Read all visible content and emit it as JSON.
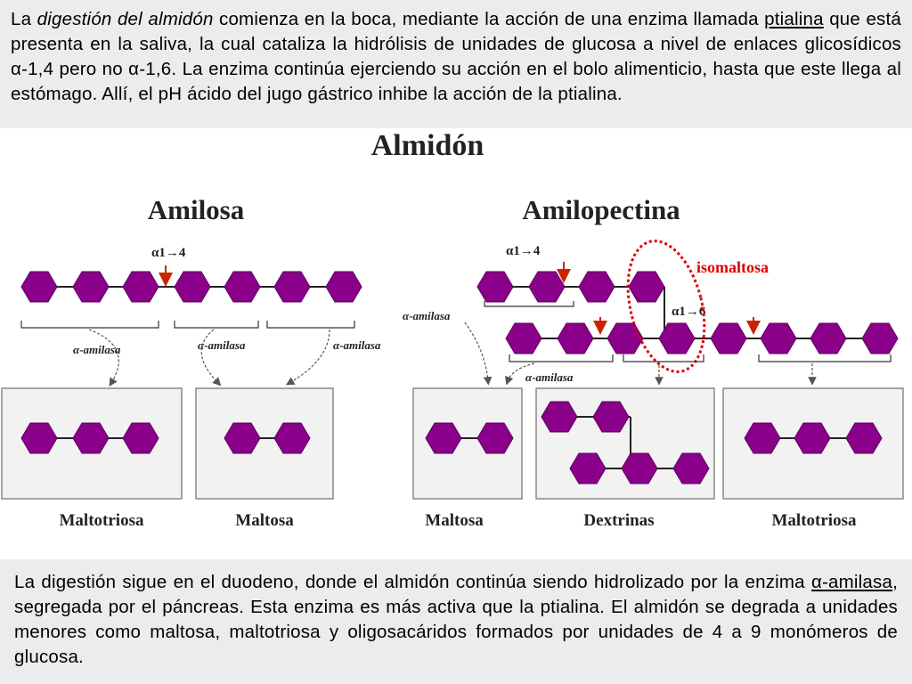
{
  "top_paragraph": {
    "part1": "La ",
    "italic": "digestión del almidón",
    "part2": " comienza en la boca, mediante la acción de una enzima llamada ",
    "underlined": "ptialina",
    "part3": " que está presenta en la saliva, la cual cataliza la hidrólisis de unidades de glucosa a nivel de enlaces glicosídicos α-1,4 pero no α-1,6. La enzima continúa ejerciendo su acción en el bolo alimenticio, hasta que este llega al estómago. Allí, el pH  ácido del jugo gástrico inhibe la acción de la ptialina."
  },
  "diagram": {
    "title": "Almidón",
    "amilosa": {
      "heading": "Amilosa",
      "bond_label": "α1→4",
      "enzyme_labels": [
        "α-amilasa",
        "α-amilasa",
        "α-amilasa"
      ],
      "products": [
        "Maltotriosa",
        "Maltosa"
      ]
    },
    "amilopectina": {
      "heading": "Amilopectina",
      "bond_label_14": "α1→4",
      "bond_label_16": "α1→6",
      "isomaltosa_label": "isomaltosa",
      "enzyme_labels": [
        "α-amilasa",
        "α-amilasa"
      ],
      "products": [
        "Maltosa",
        "Dextrinas",
        "Maltotriosa"
      ]
    },
    "colors": {
      "glucose": "#8b008b",
      "arrow": "#cc2200",
      "highlight": "#e00000",
      "box_bg": "#f2f2f2"
    }
  },
  "bottom_paragraph": {
    "part1": "La digestión sigue en el duodeno, donde el almidón continúa siendo hidrolizado por la enzima ",
    "underlined": "α-amilasa",
    "part2": ", segregada por el páncreas. Esta enzima es más activa que la ptialina. El almidón se degrada a unidades menores como maltosa, maltotriosa y oligosacáridos formados por unidades de 4 a 9 monómeros de glucosa."
  }
}
